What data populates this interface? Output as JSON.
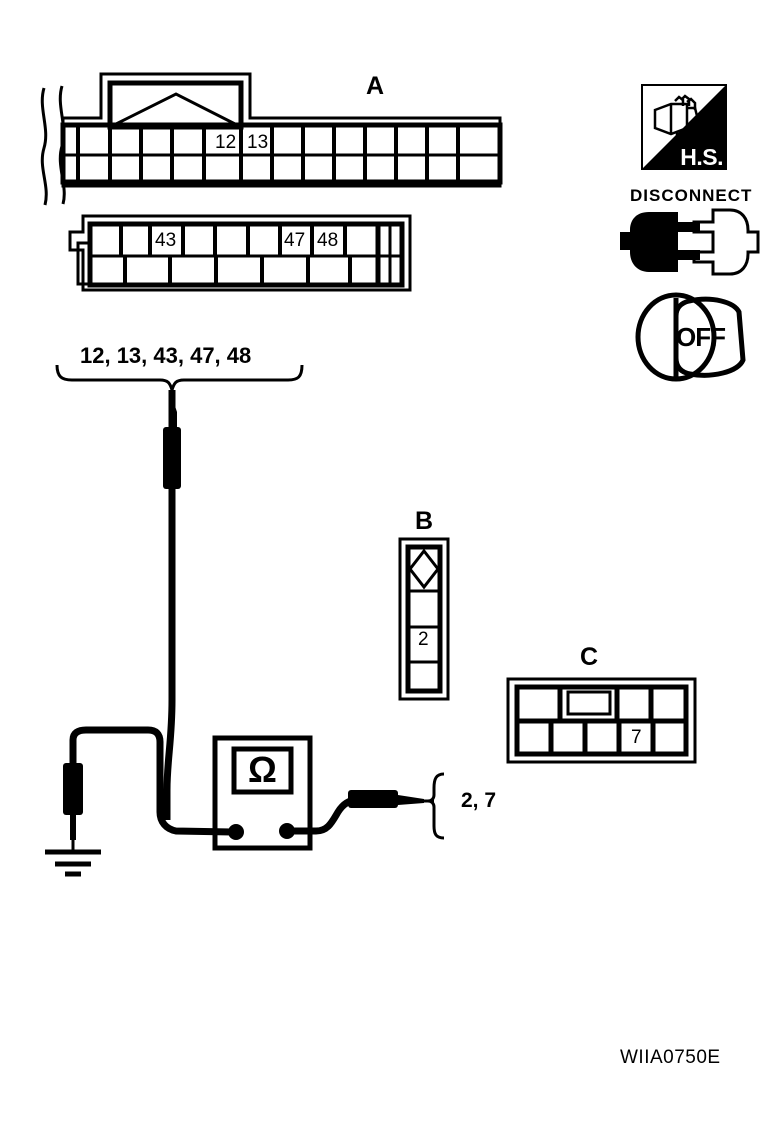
{
  "figure": {
    "code": "WIIA0750E",
    "type": "continuity-check-wiring-diagram"
  },
  "icons": {
    "hs_label": "H.S.",
    "hs_icon_name": "hand-connector-icon",
    "disconnect_label": "DISCONNECT",
    "disconnect_icon_name": "disconnected-connector-icon",
    "off_label": "OFF",
    "off_icon_name": "ignition-switch-off-icon"
  },
  "connectors": {
    "a": {
      "label": "A",
      "rows": [
        {
          "name": "upper-row",
          "cells": [
            "",
            "",
            "",
            "",
            "",
            "12",
            "13",
            "",
            "",
            "",
            "",
            "",
            "",
            ""
          ]
        },
        {
          "name": "lower-row",
          "cells": [
            "",
            "",
            "",
            "",
            "",
            "",
            "",
            "",
            "",
            "",
            "",
            "",
            "",
            ""
          ]
        }
      ],
      "highlighted_pins": [
        "12",
        "13"
      ]
    },
    "a2": {
      "label": "",
      "rows": [
        {
          "name": "upper-row",
          "cells": [
            "",
            "",
            "43",
            "",
            "",
            "",
            "47",
            "48",
            ""
          ]
        },
        {
          "name": "lower-row",
          "cells": [
            "",
            "",
            "",
            "",
            "",
            ""
          ]
        }
      ],
      "highlighted_pins": [
        "43",
        "47",
        "48"
      ]
    },
    "b": {
      "label": "B",
      "cells": [
        "diamond",
        "",
        "2",
        ""
      ],
      "highlighted_pins": [
        "2"
      ]
    },
    "c": {
      "label": "C",
      "rows": [
        {
          "name": "upper-row",
          "cells": [
            "",
            "keyway",
            "",
            ""
          ]
        },
        {
          "name": "lower-row",
          "cells": [
            "",
            "",
            "",
            "7",
            ""
          ]
        }
      ],
      "highlighted_pins": [
        "7"
      ]
    }
  },
  "labels": {
    "harness_pins_top": "12, 13, 43, 47, 48",
    "harness_pins_bottom": "2, 7"
  },
  "instrument": {
    "name": "ohmmeter",
    "display_symbol": "Ω",
    "terminals": [
      "negative-terminal",
      "positive-terminal"
    ]
  },
  "probes": {
    "ground_probe_name": "ground-probe",
    "upper_probe_name": "harness-probe",
    "right_probe_name": "connector-probe",
    "ground_symbol_name": "chassis-ground-symbol"
  },
  "colors": {
    "line": "#000000",
    "background": "#ffffff"
  }
}
